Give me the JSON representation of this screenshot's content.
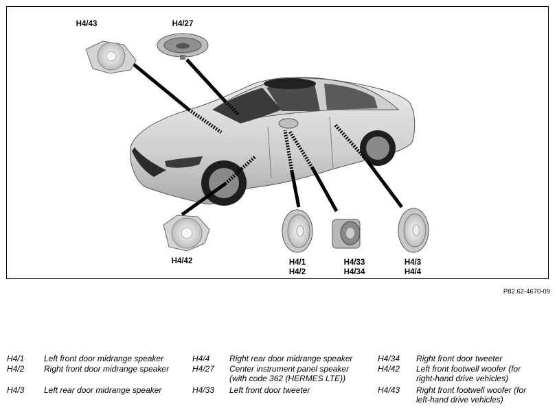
{
  "figure": {
    "callouts": {
      "h4_43": "H4/43",
      "h4_27": "H4/27",
      "h4_42": "H4/42",
      "h4_1_2": [
        "H4/1",
        "H4/2"
      ],
      "h4_33_34": [
        "H4/33",
        "H4/34"
      ],
      "h4_3_4": [
        "H4/3",
        "H4/4"
      ]
    },
    "figure_id": "P82.62-4670-09"
  },
  "legend": [
    {
      "code": "H4/1",
      "desc": [
        "Left front door midrange speaker"
      ]
    },
    {
      "code": "H4/2",
      "desc": [
        "Right front door midrange speaker"
      ]
    },
    {
      "code": "H4/3",
      "desc": [
        "Left rear door midrange speaker"
      ]
    },
    {
      "code": "H4/4",
      "desc": [
        "Right rear door midrange speaker"
      ]
    },
    {
      "code": "H4/27",
      "desc": [
        "Center instrument panel speaker",
        "(with code 362 (HERMES LTE))"
      ]
    },
    {
      "code": "H4/33",
      "desc": [
        "Left front door tweeter"
      ]
    },
    {
      "code": "H4/34",
      "desc": [
        "Right front door tweeter"
      ]
    },
    {
      "code": "H4/42",
      "desc": [
        "Left front footwell woofer (for",
        "right-hand drive vehicles)"
      ]
    },
    {
      "code": "H4/43",
      "desc": [
        "Right front footwell woofer (for",
        "left-hand drive vehicles)"
      ]
    }
  ],
  "colors": {
    "car_body": "#d9d9d9",
    "speaker_body": "#dcdcdc",
    "leader": "#000000"
  }
}
